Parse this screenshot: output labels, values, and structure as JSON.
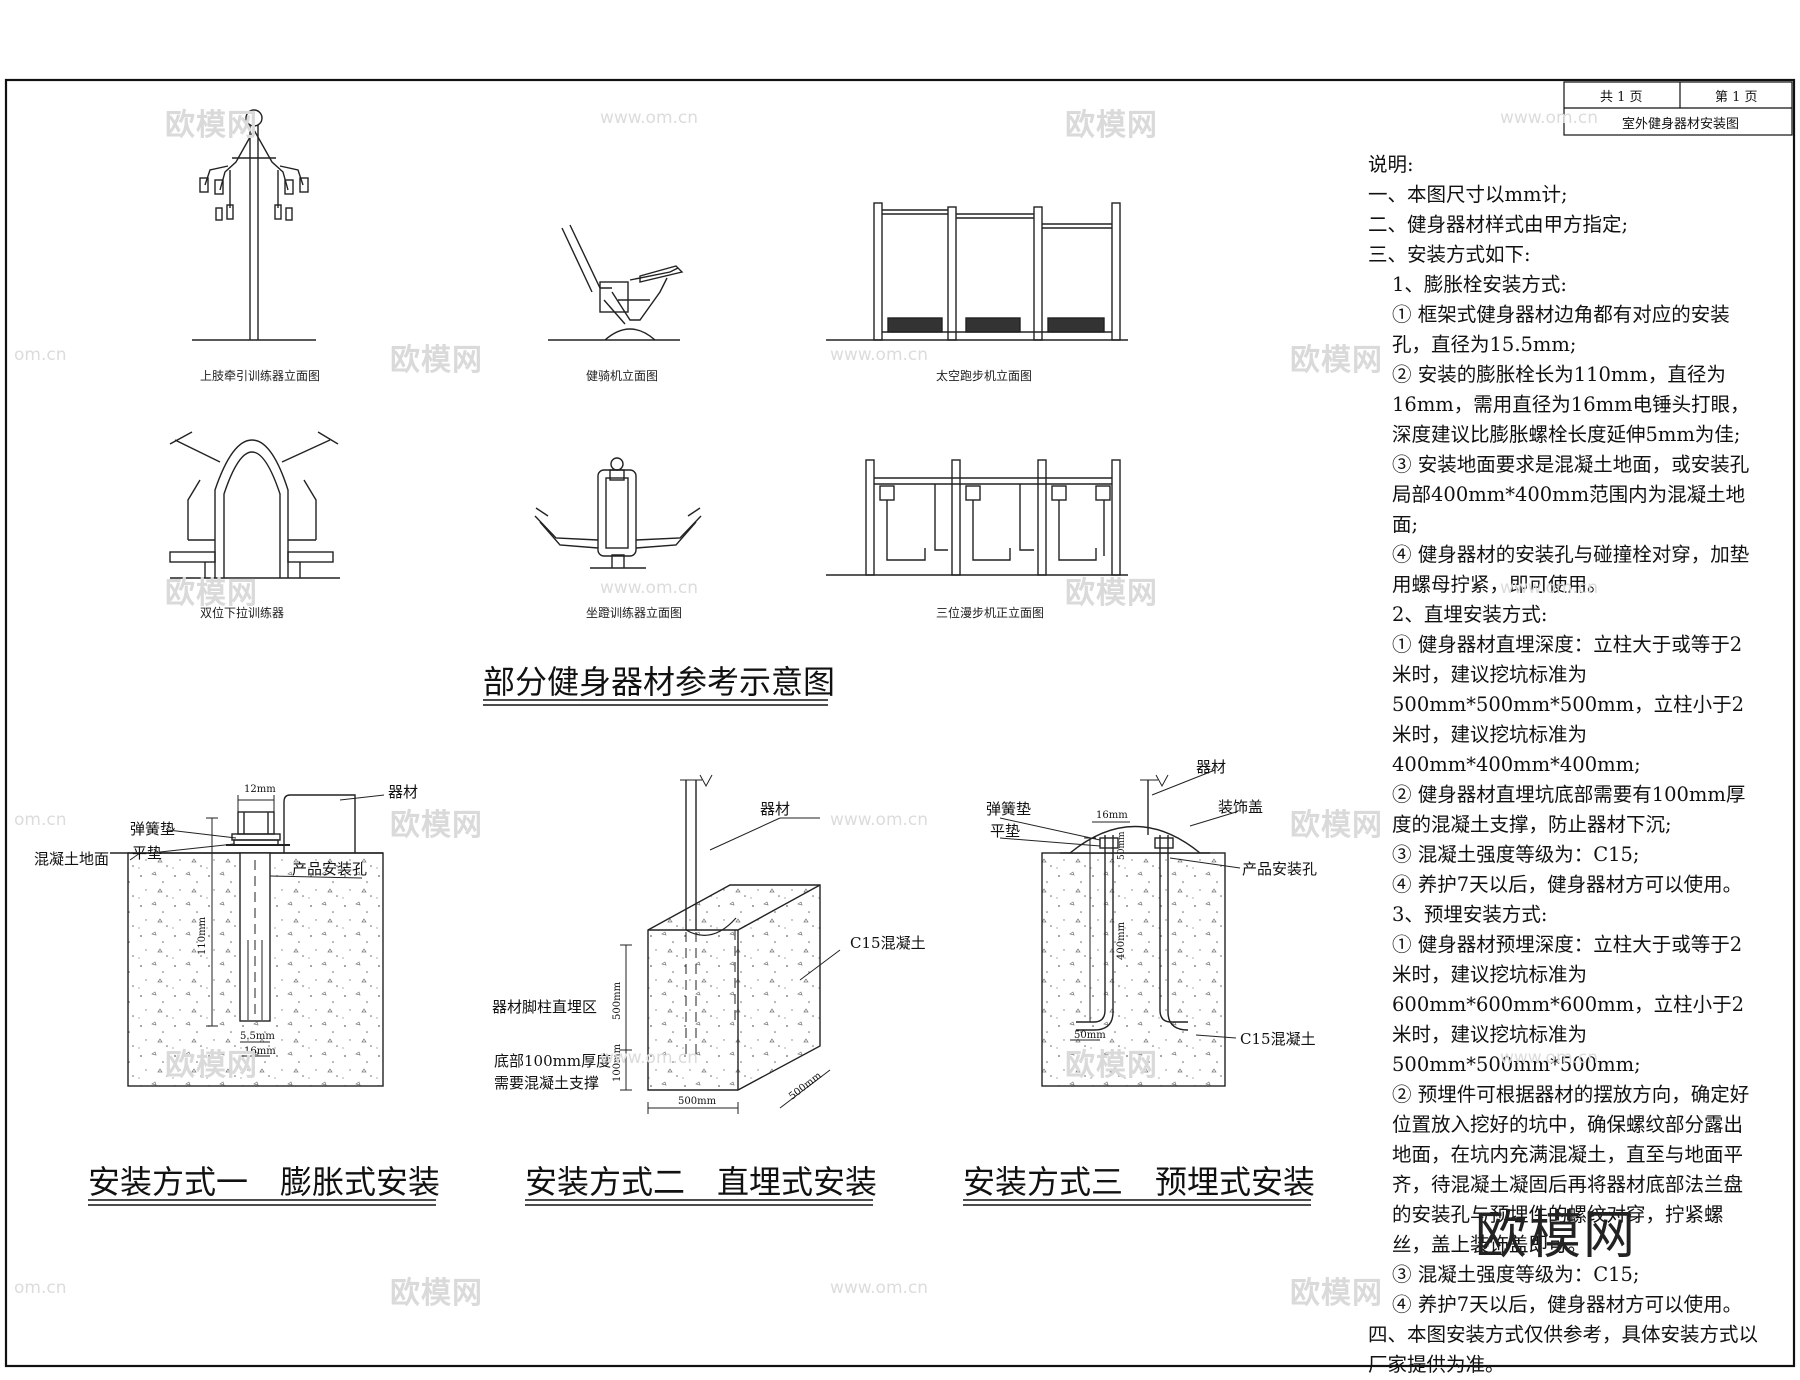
{
  "title_block": {
    "total_pages": "共 1 页",
    "page_no": "第 1 页",
    "drawing_name": "室外健身器材安装图"
  },
  "equipment_labels": {
    "e1": "上肢牵引训练器立面图",
    "e2": "健骑机立面图",
    "e3": "太空跑步机立面图",
    "e4": "双位下拉训练器",
    "e5": "坐蹬训练器立面图",
    "e6": "三位漫步机正立面图"
  },
  "reference_title": "部分健身器材参考示意图",
  "method1": {
    "title": "安装方式一　膨胀式安装",
    "equipment": "器材",
    "spring_washer": "弹簧垫",
    "flat_washer": "平垫",
    "concrete_ground": "混凝土地面",
    "install_hole": "产品安装孔",
    "dim_top": "12mm",
    "dim_len": "110mm",
    "dim_b1": "5.5mm",
    "dim_b2": "16mm"
  },
  "method2": {
    "title": "安装方式二　直埋式安装",
    "equipment": "器材",
    "concrete": "C15混凝土",
    "foot_zone": "器材脚柱直埋区",
    "bottom1": "底部100mm厚度",
    "bottom2": "需要混凝土支撑",
    "dim_500v": "500mm",
    "dim_100": "100mm",
    "dim_500h": "500mm",
    "dim_500d": "500mm"
  },
  "method3": {
    "title": "安装方式三　预埋式安装",
    "equipment": "器材",
    "spring_washer": "弹簧垫",
    "flat_washer": "平垫",
    "cover": "装饰盖",
    "install_hole": "产品安装孔",
    "concrete": "C15混凝土",
    "dim_16": "16mm",
    "dim_50v": "50mm",
    "dim_400": "400mm",
    "dim_50h": "50mm"
  },
  "notes": {
    "heading": "说明:",
    "l1": "一、本图尺寸以mm计;",
    "l2": "二、健身器材样式由甲方指定;",
    "l3": "三、安装方式如下:",
    "s1": "1、膨胀栓安装方式:",
    "s1_1": "① 框架式健身器材边角都有对应的安装孔，直径为15.5mm;",
    "s1_2": "② 安装的膨胀栓长为110mm，直径为16mm，需用直径为16mm电锤头打眼，深度建议比膨胀螺栓长度延伸5mm为佳;",
    "s1_3": "③ 安装地面要求是混凝土地面，或安装孔局部400mm*400mm范围内为混凝土地面;",
    "s1_4": "④ 健身器材的安装孔与碰撞栓对穿，加垫用螺母拧紧，即可使用。",
    "s2": "2、直埋安装方式:",
    "s2_1": "① 健身器材直埋深度：立柱大于或等于2米时，建议挖坑标准为500mm*500mm*500mm，立柱小于2米时，建议挖坑标准为400mm*400mm*400mm;",
    "s2_2": "② 健身器材直埋坑底部需要有100mm厚度的混凝土支撑，防止器材下沉;",
    "s2_3": "③ 混凝土强度等级为：C15;",
    "s2_4": "④ 养护7天以后，健身器材方可以使用。",
    "s3": "3、预埋安装方式:",
    "s3_1": "① 健身器材预埋深度：立柱大于或等于2米时，建议挖坑标准为600mm*600mm*600mm，立柱小于2米时，建议挖坑标准为500mm*500mm*500mm;",
    "s3_2": "② 预埋件可根据器材的摆放方向，确定好位置放入挖好的坑中，确保螺纹部分露出地面，在坑内充满混凝土，直至与地面平齐，待混凝土凝固后再将器材底部法兰盘的安装孔与预埋件的螺纹对穿，拧紧螺丝，盖上装饰盖即可。",
    "s3_3": "③ 混凝土强度等级为：C15;",
    "s3_4": "④ 养护7天以后，健身器材方可以使用。",
    "l4": "四、本图安装方式仅供参考，具体安装方式以厂家提供为准。"
  },
  "watermark": {
    "text": "欧模网",
    "url": "www.om.cn",
    "url_short": "om.cn"
  }
}
